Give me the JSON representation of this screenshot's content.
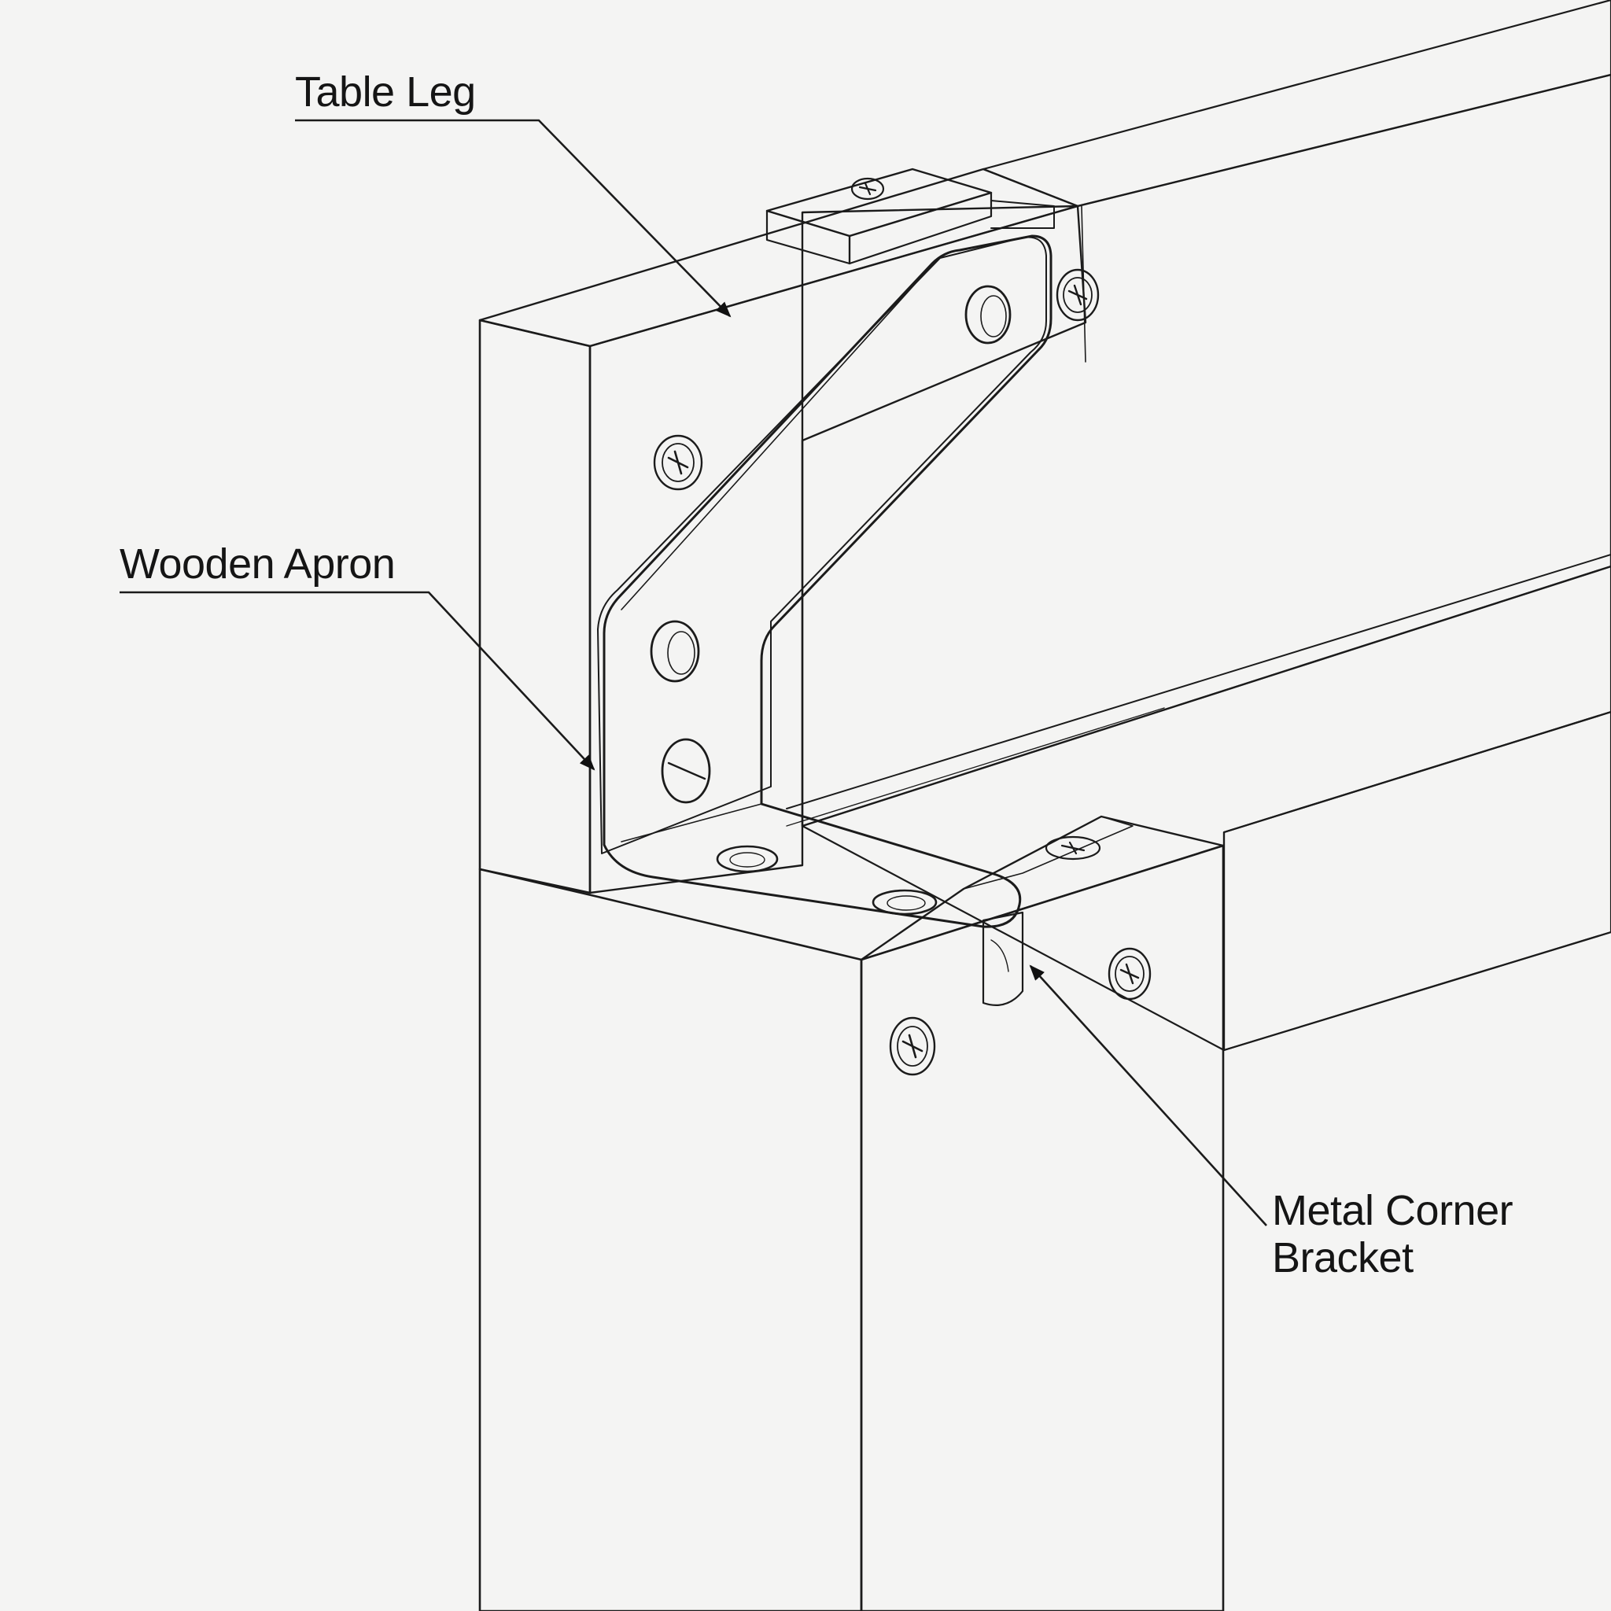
{
  "labels": {
    "table_leg": "Table Leg",
    "wooden_apron": "Wooden Apron",
    "bracket_line1": "Metal Corner",
    "bracket_line2": "Bracket"
  },
  "colors": {
    "background": "#f4f4f3",
    "ink": "#1b1b1b",
    "wood_light": "#ededec",
    "wood_mid": "#e2e2e0",
    "metal": "#f3f3f3"
  }
}
